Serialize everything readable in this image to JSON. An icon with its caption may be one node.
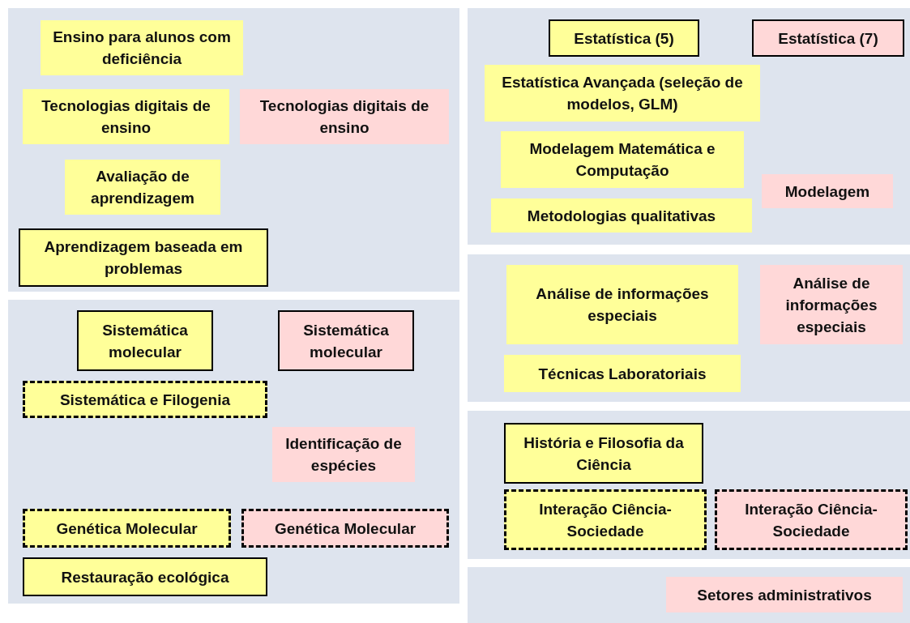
{
  "diagram": {
    "nodes": [
      {
        "text": [],
        "shape": "box"
      },
      {
        "text": [
          "Ensino para alunos com deficiência"
        ],
        "in": 0
      },
      {
        "text": [
          "Tecnologias digitais de ensino"
        ],
        "in": 0
      },
      {
        "text": [
          "Tecnologias digitais de ensino"
        ],
        "in": 0
      },
      {
        "text": [
          "Avaliação de aprendizagem"
        ],
        "in": 0
      },
      {
        "text": [
          "Aprendizagem baseada em problemas"
        ],
        "in": 0
      },
      {
        "text": [],
        "shape": "box"
      },
      {
        "text": [
          "Sistemática molecular"
        ],
        "in": 6
      },
      {
        "text": [
          "Sistemática molecular"
        ],
        "in": 6
      },
      {
        "text": [
          "Sistemática e Filogenia"
        ],
        "in": 6
      },
      {
        "text": [
          "Identificação de espécies"
        ],
        "in": 6
      },
      {
        "text": [
          "Genética Molecular"
        ],
        "in": 6
      },
      {
        "text": [
          "Genética Molecular"
        ],
        "in": 6
      },
      {
        "text": [
          "Restauração ecológica"
        ],
        "in": 6
      },
      {
        "text": [],
        "shape": "box"
      },
      {
        "text": [
          "Estatística (5)"
        ],
        "in": 14
      },
      {
        "text": [
          "Estatística (7)"
        ],
        "in": 14
      },
      {
        "text": [
          "Estatística Avançada (seleção de modelos, GLM)"
        ],
        "in": 14
      },
      {
        "text": [
          "Modelagem Matemática e Computação"
        ],
        "in": 14
      },
      {
        "text": [
          "Modelagem"
        ],
        "in": 14
      },
      {
        "text": [
          "Metodologias qualitativas"
        ],
        "in": 14
      },
      {
        "text": [],
        "shape": "box"
      },
      {
        "text": [
          "Análise de informações especiais"
        ],
        "in": 21
      },
      {
        "text": [
          "Análise de informações especiais"
        ],
        "in": 21
      },
      {
        "text": [
          "Técnicas Laboratoriais"
        ],
        "in": 21
      },
      {
        "text": [],
        "shape": "box"
      },
      {
        "text": [
          "História e Filosofia da Ciência"
        ],
        "in": 25
      },
      {
        "text": [
          "Interação Ciência-Sociedade"
        ],
        "in": 25
      },
      {
        "text": [
          "Interação Ciência-Sociedade"
        ],
        "in": 25
      },
      {
        "text": [],
        "shape": "box"
      },
      {
        "text": [
          "Setores administrativos"
        ],
        "in": 29
      }
    ],
    "edges": []
  }
}
